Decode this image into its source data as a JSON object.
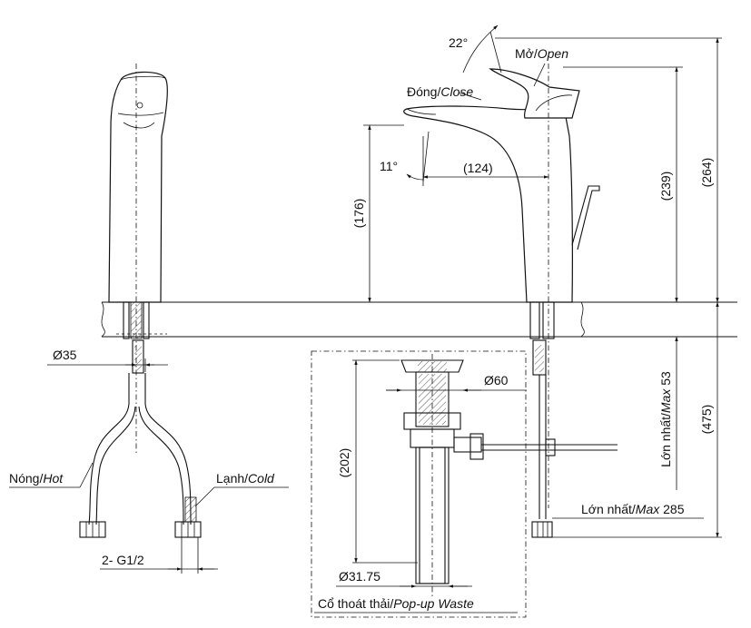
{
  "labels": {
    "open": {
      "prefix": "Mở/",
      "italic": "Open"
    },
    "close": {
      "prefix": "Đóng/",
      "italic": "Close"
    },
    "angle_22": "22°",
    "angle_11": "11°",
    "dim_124": "(124)",
    "dim_176": "(176)",
    "dim_239": "(239)",
    "dim_264": "(264)",
    "dim_475": "(475)",
    "dim_202": "(202)",
    "dia_35": "Ø35",
    "dia_60": "Ø60",
    "dia_3175": "Ø31.75",
    "max53": {
      "prefix": "Lớn nhất/",
      "italic": "Max",
      "suffix": " 53"
    },
    "max285": {
      "prefix": "Lớn nhất/",
      "italic": "Max",
      "suffix": " 285"
    },
    "hot": {
      "prefix": "Nóng/",
      "italic": "Hot"
    },
    "cold": {
      "prefix": "Lạnh/",
      "italic": "Cold"
    },
    "thread": "2- G1/2",
    "waste": {
      "prefix": "Cổ thoát thải/",
      "italic": "Pop-up Waste"
    }
  }
}
